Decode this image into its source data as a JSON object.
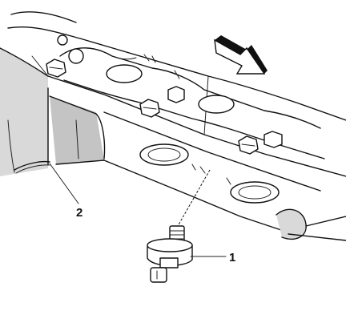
{
  "callouts": [
    {
      "number": "1",
      "target": "knock-sensor"
    },
    {
      "number": "2",
      "target": "wiring-harness"
    }
  ],
  "colors": {
    "line": "#111111",
    "shade_light": "#d9d9d9",
    "shade_dark": "#c4c4c4",
    "background": "#ffffff"
  },
  "icons": {
    "direction": "view-arrow-icon",
    "fastener": "bolt-head-icon"
  }
}
